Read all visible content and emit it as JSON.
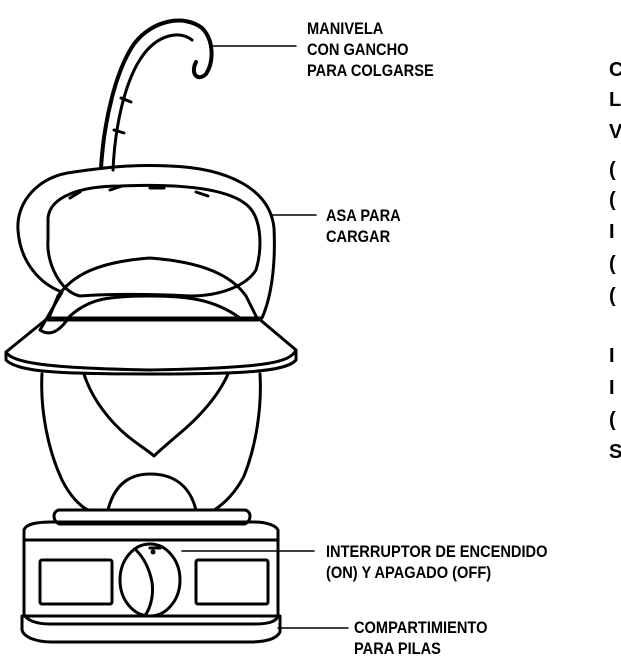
{
  "labels": {
    "hook": [
      "MANIVELA",
      "CON GANCHO",
      "PARA COLGARSE"
    ],
    "handle": [
      "ASA PARA",
      "CARGAR"
    ],
    "switch": [
      "INTERRUPTOR DE ENCENDIDO",
      "(ON) Y APAGADO (OFF)"
    ],
    "battery": [
      "COMPARTIMIENTO",
      "PARA PILAS"
    ]
  },
  "switch_marks": {
    "dot": "•",
    "slash": "/"
  },
  "cut_text_column": [
    "C",
    "L",
    "V",
    "(",
    "(",
    "I",
    "(",
    "(",
    "I",
    "I",
    "(",
    "S"
  ]
}
